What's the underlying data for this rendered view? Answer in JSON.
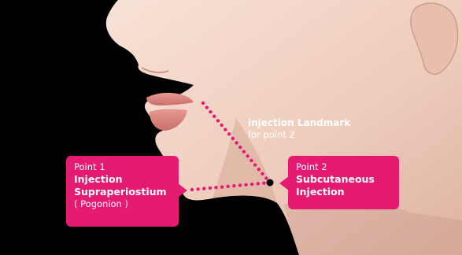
{
  "point1": {
    "label": "Point 1",
    "line1": "Injection",
    "line2": "Supraperiostium",
    "line3": "( Pogonion )"
  },
  "point2": {
    "label": "Point 2",
    "line1": "Subcutaneous",
    "line2": "Injection"
  },
  "landmark": {
    "title": "injection Landmark",
    "subtitle": "for point 2"
  },
  "colors": {
    "callout": "#e51b72",
    "dots": "#e51b72",
    "background": "#000000",
    "skin": "#f1d3c4"
  }
}
